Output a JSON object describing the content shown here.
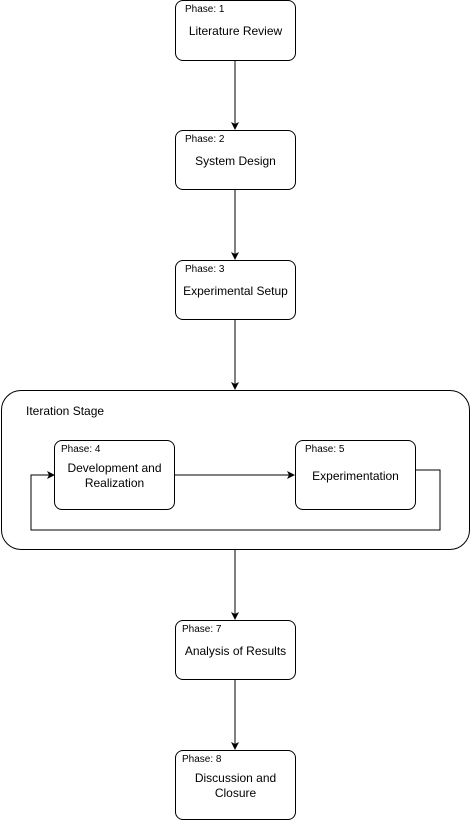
{
  "diagram": {
    "phases": [
      {
        "phase": "Phase: 1",
        "label": "Literature Review"
      },
      {
        "phase": "Phase: 2",
        "label": "System Design"
      },
      {
        "phase": "Phase: 3",
        "label": "Experimental Setup"
      },
      {
        "phase": "Phase: 4",
        "label": "Development and Realization"
      },
      {
        "phase": "Phase: 5",
        "label": "Experimentation"
      },
      {
        "phase": "Phase: 7",
        "label": "Analysis of Results"
      },
      {
        "phase": "Phase: 8",
        "label": "Discussion and Closure"
      }
    ],
    "stage": {
      "title": "Iteration Stage"
    }
  }
}
